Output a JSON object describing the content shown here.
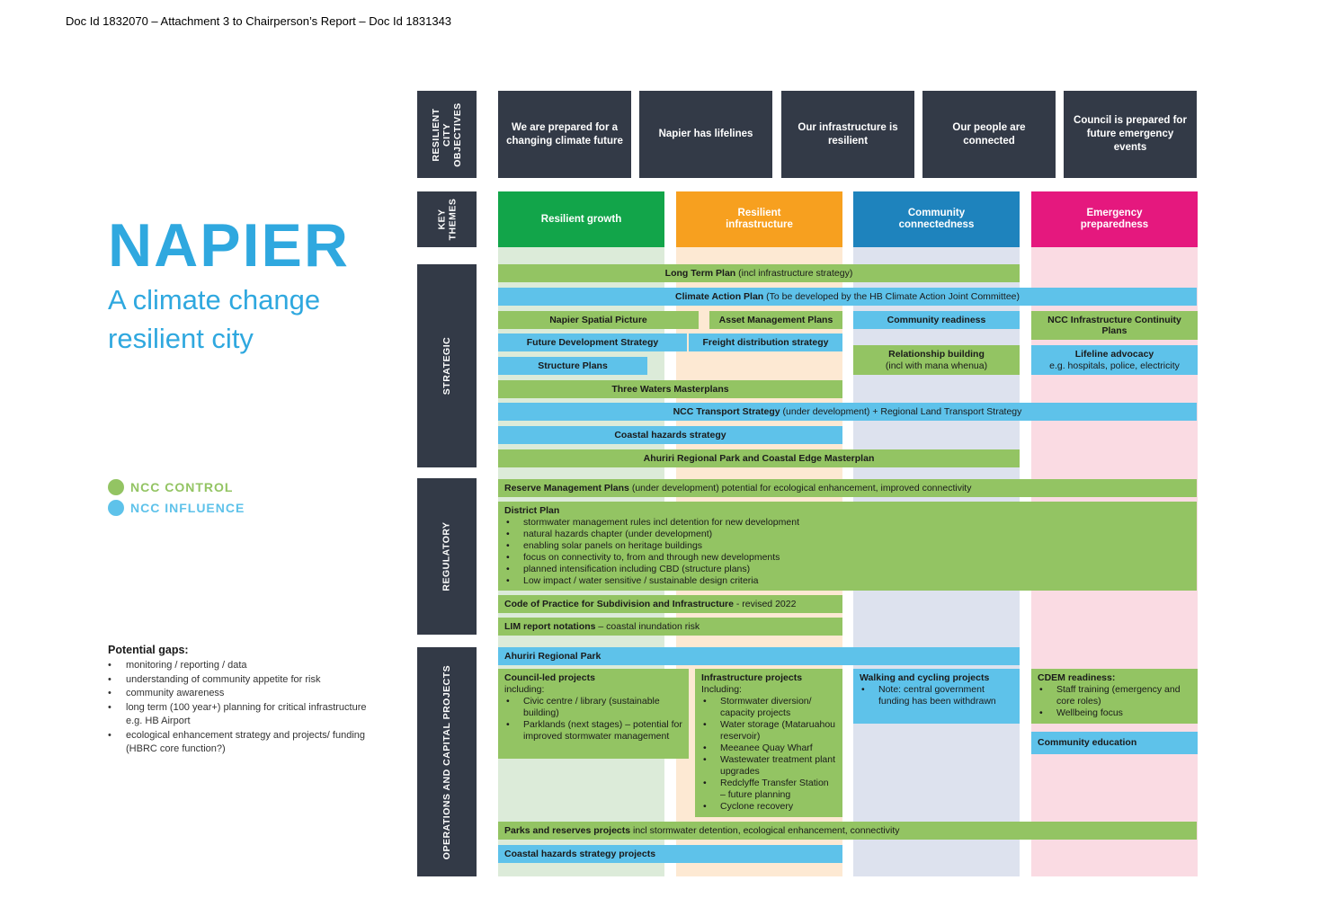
{
  "header": "Doc Id 1832070 – Attachment 3 to Chairperson’s Report – Doc Id 1831343",
  "title": "NAPIER",
  "subtitle": "A climate change resilient city",
  "legend": {
    "control": "NCC CONTROL",
    "influence": "NCC INFLUENCE",
    "control_color": "#93c463",
    "influence_color": "#5ec2ea"
  },
  "gaps": {
    "title": "Potential gaps:",
    "items": [
      "monitoring / reporting / data",
      "understanding of community appetite for risk",
      "community awareness",
      "long term (100 year+) planning for critical infrastructure e.g. HB Airport",
      "ecological enhancement strategy and projects/ funding (HBRC core function?)"
    ]
  },
  "row_labels": {
    "objectives": "RESILIENT\nCITY\nOBJECTIVES",
    "themes": "KEY\nTHEMES",
    "strategic": "STRATEGIC",
    "regulatory": "REGULATORY",
    "operations": "OPERATIONS AND CAPITAL PROJECTS"
  },
  "objectives": [
    "We are prepared for a changing climate future",
    "Napier has lifelines",
    "Our infrastructure is resilient",
    "Our people are connected",
    "Council is prepared for future emergency events"
  ],
  "themes": [
    {
      "label": "Resilient growth",
      "color": "#12a54a"
    },
    {
      "label": "Resilient infrastructure",
      "color": "#f7a01f"
    },
    {
      "label": "Community connectedness",
      "color": "#1e83bd"
    },
    {
      "label": "Emergency preparedness",
      "color": "#e5187e"
    }
  ],
  "strategic": {
    "ltp_b": "Long Term Plan",
    "ltp_n": " (incl infrastructure strategy)",
    "cap_b": "Climate Action Plan",
    "cap_n": " (To be developed by the HB Climate Action Joint Committee)",
    "spatial": "Napier Spatial Picture",
    "asset": "Asset Management Plans",
    "community_readiness": "Community readiness",
    "ncc_continuity": "NCC Infrastructure Continuity Plans",
    "future_dev": "Future Development Strategy",
    "freight": "Freight distribution strategy",
    "relationship_b": "Relationship building",
    "relationship_n": "(incl with mana whenua)",
    "lifeline_b": "Lifeline advocacy",
    "lifeline_n": "e.g. hospitals, police, electricity",
    "structure": "Structure Plans",
    "three_waters": "Three Waters Masterplans",
    "transport_b": "NCC Transport Strategy",
    "transport_n": " (under development) + Regional Land Transport Strategy",
    "coastal": "Coastal hazards strategy",
    "ahuriri_master": "Ahuriri Regional Park and Coastal Edge Masterplan"
  },
  "regulatory": {
    "reserve_b": "Reserve Management Plans",
    "reserve_n": " (under development) potential for ecological enhancement, improved connectivity",
    "district_title": "District Plan",
    "district_items": [
      "stormwater management rules incl detention for new development",
      "natural hazards chapter (under development)",
      "enabling solar panels on heritage buildings",
      "focus on connectivity to, from and through new developments",
      "planned intensification including CBD (structure plans)",
      "Low impact / water sensitive / sustainable design criteria"
    ],
    "code_b": "Code of Practice for Subdivision and Infrastructure",
    "code_n": " - revised 2022",
    "lim_b": "LIM report notations",
    "lim_n": " – coastal inundation risk"
  },
  "operations": {
    "ahuriri_park": "Ahuriri Regional Park",
    "council_title": "Council-led projects",
    "council_sub": "including:",
    "council_items": [
      "Civic centre / library (sustainable building)",
      "Parklands (next stages) – potential for improved stormwater management"
    ],
    "infra_title": "Infrastructure projects",
    "infra_sub": "Including:",
    "infra_items": [
      "Stormwater diversion/ capacity projects",
      "Water storage (Mataruahou reservoir)",
      "Meeanee Quay Wharf",
      "Wastewater treatment plant upgrades",
      "Redclyffe Transfer Station – future planning",
      "Cyclone recovery"
    ],
    "walking_title": "Walking and cycling projects",
    "walking_items": [
      "Note: central government funding has been withdrawn"
    ],
    "cdem_title": "CDEM readiness:",
    "cdem_items": [
      "Staff training (emergency and core roles)",
      "Wellbeing focus"
    ],
    "community_edu": "Community education",
    "parks_b": "Parks and reserves projects",
    "parks_n": " incl stormwater detention, ecological enhancement, connectivity",
    "coastal_projects": "Coastal hazards strategy projects"
  }
}
